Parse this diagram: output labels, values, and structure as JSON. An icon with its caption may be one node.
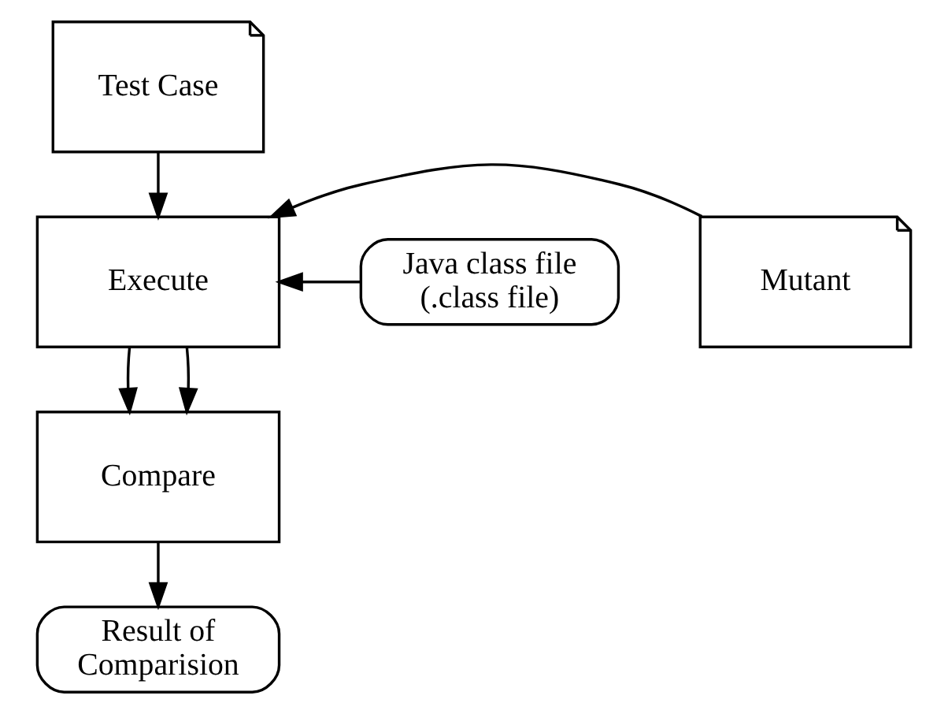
{
  "diagram": {
    "nodes": [
      {
        "text": [
          "Test Case"
        ]
      },
      {
        "text": [
          "Java class file (.class file)"
        ]
      },
      {
        "text": [
          "Execute"
        ]
      },
      {
        "text": [
          "Mutant"
        ]
      },
      {
        "text": [
          "Compare"
        ]
      },
      {
        "text": [
          "Result of Comparision"
        ]
      }
    ],
    "edges": [
      {
        "from": 0,
        "to": 2,
        "arrow": "to"
      },
      {
        "from": 1,
        "to": 2,
        "arrow": "to"
      },
      {
        "from": 3,
        "to": 2,
        "arrow": "to"
      },
      {
        "from": 2,
        "to": 4,
        "arrow": "to"
      },
      {
        "from": 2,
        "to": 4,
        "arrow": "to"
      },
      {
        "from": 4,
        "to": 5,
        "arrow": "to"
      }
    ]
  }
}
